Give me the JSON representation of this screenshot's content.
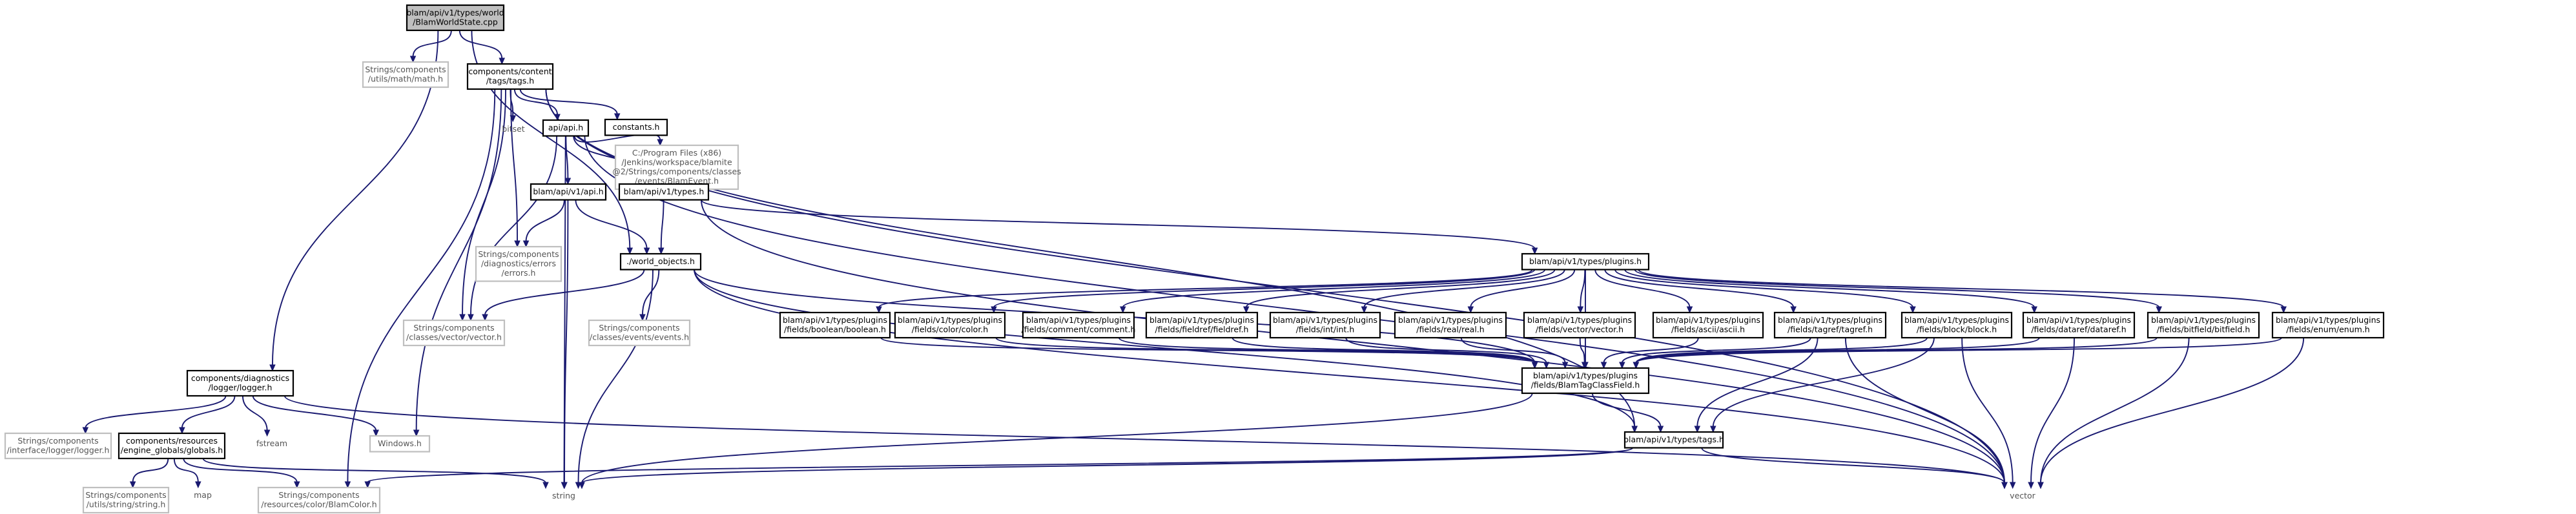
{
  "graph": {
    "edge_color": "#191970",
    "border_color": "#000000",
    "external_border_color": "#bfbfbf",
    "source_fill": "#bfbfbf",
    "nodes": [
      {
        "id": "root",
        "lines": [
          "blam/api/v1/types/world",
          "/BlamWorldState.cpp"
        ],
        "kind": "src"
      },
      {
        "id": "math",
        "lines": [
          "Strings/components",
          "/utils/math/math.h"
        ],
        "kind": "ext"
      },
      {
        "id": "tags",
        "lines": [
          "components/content",
          "/tags/tags.h"
        ],
        "kind": "std"
      },
      {
        "id": "logger",
        "lines": [
          "components/diagnostics",
          "/logger/logger.h"
        ],
        "kind": "std"
      },
      {
        "id": "bitset",
        "lines": [
          "bitset"
        ],
        "kind": "lib"
      },
      {
        "id": "api",
        "lines": [
          "api/api.h"
        ],
        "kind": "std"
      },
      {
        "id": "constants",
        "lines": [
          "constants.h"
        ],
        "kind": "std"
      },
      {
        "id": "blamevent",
        "lines": [
          "C:/Program Files (x86)",
          "/Jenkins/workspace/blamite",
          "@2/Strings/components/classes",
          "/events/BlamEvent.h"
        ],
        "kind": "ext"
      },
      {
        "id": "v1api",
        "lines": [
          "blam/api/v1/api.h"
        ],
        "kind": "std"
      },
      {
        "id": "v1types",
        "lines": [
          "blam/api/v1/types.h"
        ],
        "kind": "std"
      },
      {
        "id": "errors",
        "lines": [
          "Strings/components",
          "/diagnostics/errors",
          "/errors.h"
        ],
        "kind": "ext"
      },
      {
        "id": "worldobj",
        "lines": [
          "./world_objects.h"
        ],
        "kind": "std"
      },
      {
        "id": "plugins",
        "lines": [
          "blam/api/v1/types/plugins.h"
        ],
        "kind": "std"
      },
      {
        "id": "vectorh",
        "lines": [
          "Strings/components",
          "/classes/vector/vector.h"
        ],
        "kind": "ext"
      },
      {
        "id": "eventsh",
        "lines": [
          "Strings/components",
          "/classes/events/events.h"
        ],
        "kind": "ext"
      },
      {
        "id": "pboolean",
        "lines": [
          "blam/api/v1/types/plugins",
          "/fields/boolean/boolean.h"
        ],
        "kind": "std"
      },
      {
        "id": "pcolor",
        "lines": [
          "blam/api/v1/types/plugins",
          "/fields/color/color.h"
        ],
        "kind": "std"
      },
      {
        "id": "pcomment",
        "lines": [
          "blam/api/v1/types/plugins",
          "/fields/comment/comment.h"
        ],
        "kind": "std"
      },
      {
        "id": "pfieldref",
        "lines": [
          "blam/api/v1/types/plugins",
          "/fields/fieldref/fieldref.h"
        ],
        "kind": "std"
      },
      {
        "id": "pint",
        "lines": [
          "blam/api/v1/types/plugins",
          "/fields/int/int.h"
        ],
        "kind": "std"
      },
      {
        "id": "preal",
        "lines": [
          "blam/api/v1/types/plugins",
          "/fields/real/real.h"
        ],
        "kind": "std"
      },
      {
        "id": "pvector",
        "lines": [
          "blam/api/v1/types/plugins",
          "/fields/vector/vector.h"
        ],
        "kind": "std"
      },
      {
        "id": "pascii",
        "lines": [
          "blam/api/v1/types/plugins",
          "/fields/ascii/ascii.h"
        ],
        "kind": "std"
      },
      {
        "id": "ptagref",
        "lines": [
          "blam/api/v1/types/plugins",
          "/fields/tagref/tagref.h"
        ],
        "kind": "std"
      },
      {
        "id": "pblock",
        "lines": [
          "blam/api/v1/types/plugins",
          "/fields/block/block.h"
        ],
        "kind": "std"
      },
      {
        "id": "pdataref",
        "lines": [
          "blam/api/v1/types/plugins",
          "/fields/dataref/dataref.h"
        ],
        "kind": "std"
      },
      {
        "id": "pbitfield",
        "lines": [
          "blam/api/v1/types/plugins",
          "/fields/bitfield/bitfield.h"
        ],
        "kind": "std"
      },
      {
        "id": "penum",
        "lines": [
          "blam/api/v1/types/plugins",
          "/fields/enum/enum.h"
        ],
        "kind": "std"
      },
      {
        "id": "classfield",
        "lines": [
          "blam/api/v1/types/plugins",
          "/fields/BlamTagClassField.h"
        ],
        "kind": "std"
      },
      {
        "id": "ifacelogger",
        "lines": [
          "Strings/components",
          "/interface/logger/logger.h"
        ],
        "kind": "ext"
      },
      {
        "id": "globals",
        "lines": [
          "components/resources",
          "/engine_globals/globals.h"
        ],
        "kind": "std"
      },
      {
        "id": "fstream",
        "lines": [
          "fstream"
        ],
        "kind": "lib"
      },
      {
        "id": "windows",
        "lines": [
          "Windows.h"
        ],
        "kind": "ext"
      },
      {
        "id": "tagh",
        "lines": [
          "blam/api/v1/types/tags.h"
        ],
        "kind": "std"
      },
      {
        "id": "stringh",
        "lines": [
          "Strings/components",
          "/utils/string/string.h"
        ],
        "kind": "ext"
      },
      {
        "id": "map",
        "lines": [
          "map"
        ],
        "kind": "lib"
      },
      {
        "id": "blamcolor",
        "lines": [
          "Strings/components",
          "/resources/color/BlamColor.h"
        ],
        "kind": "ext"
      },
      {
        "id": "string",
        "lines": [
          "string"
        ],
        "kind": "lib"
      },
      {
        "id": "vector",
        "lines": [
          "vector"
        ],
        "kind": "lib"
      }
    ],
    "edges": [
      [
        "root",
        "math"
      ],
      [
        "root",
        "tags"
      ],
      [
        "root",
        "logger"
      ],
      [
        "root",
        "worldobj"
      ],
      [
        "tags",
        "bitset"
      ],
      [
        "tags",
        "api"
      ],
      [
        "tags",
        "constants"
      ],
      [
        "tags",
        "vectorh"
      ],
      [
        "tags",
        "errors"
      ],
      [
        "tags",
        "blamcolor"
      ],
      [
        "tags",
        "windows"
      ],
      [
        "tags",
        "tagh"
      ],
      [
        "tags",
        "vector"
      ],
      [
        "api",
        "v1api"
      ],
      [
        "api",
        "v1types"
      ],
      [
        "api",
        "blamevent"
      ],
      [
        "api",
        "vectorh"
      ],
      [
        "api",
        "string"
      ],
      [
        "api",
        "vector"
      ],
      [
        "v1api",
        "errors"
      ],
      [
        "v1api",
        "worldobj"
      ],
      [
        "v1api",
        "string"
      ],
      [
        "v1types",
        "worldobj"
      ],
      [
        "v1types",
        "plugins"
      ],
      [
        "v1types",
        "vector"
      ],
      [
        "worldobj",
        "vectorh"
      ],
      [
        "worldobj",
        "eventsh"
      ],
      [
        "worldobj",
        "string"
      ],
      [
        "worldobj",
        "tagh"
      ],
      [
        "worldobj",
        "vector"
      ],
      [
        "worldobj",
        "classfield"
      ],
      [
        "plugins",
        "pboolean"
      ],
      [
        "plugins",
        "pcolor"
      ],
      [
        "plugins",
        "pcomment"
      ],
      [
        "plugins",
        "pfieldref"
      ],
      [
        "plugins",
        "pint"
      ],
      [
        "plugins",
        "preal"
      ],
      [
        "plugins",
        "pvector"
      ],
      [
        "plugins",
        "pascii"
      ],
      [
        "plugins",
        "ptagref"
      ],
      [
        "plugins",
        "pblock"
      ],
      [
        "plugins",
        "pdataref"
      ],
      [
        "plugins",
        "pbitfield"
      ],
      [
        "plugins",
        "penum"
      ],
      [
        "plugins",
        "classfield"
      ],
      [
        "pboolean",
        "classfield"
      ],
      [
        "pcolor",
        "classfield"
      ],
      [
        "pcomment",
        "classfield"
      ],
      [
        "pfieldref",
        "classfield"
      ],
      [
        "pint",
        "classfield"
      ],
      [
        "preal",
        "classfield"
      ],
      [
        "pvector",
        "classfield"
      ],
      [
        "pascii",
        "classfield"
      ],
      [
        "ptagref",
        "classfield"
      ],
      [
        "pblock",
        "classfield"
      ],
      [
        "pdataref",
        "classfield"
      ],
      [
        "pbitfield",
        "classfield"
      ],
      [
        "penum",
        "classfield"
      ],
      [
        "ptagref",
        "tagh"
      ],
      [
        "ptagref",
        "vector"
      ],
      [
        "pblock",
        "tagh"
      ],
      [
        "pblock",
        "vector"
      ],
      [
        "pdataref",
        "vector"
      ],
      [
        "pbitfield",
        "vector"
      ],
      [
        "penum",
        "vector"
      ],
      [
        "classfield",
        "tagh"
      ],
      [
        "classfield",
        "string"
      ],
      [
        "tagh",
        "string"
      ],
      [
        "tagh",
        "vector"
      ],
      [
        "tagh",
        "blamcolor"
      ],
      [
        "logger",
        "ifacelogger"
      ],
      [
        "logger",
        "globals"
      ],
      [
        "logger",
        "fstream"
      ],
      [
        "logger",
        "windows"
      ],
      [
        "logger",
        "vector"
      ],
      [
        "globals",
        "stringh"
      ],
      [
        "globals",
        "map"
      ],
      [
        "globals",
        "blamcolor"
      ],
      [
        "globals",
        "string"
      ]
    ]
  }
}
